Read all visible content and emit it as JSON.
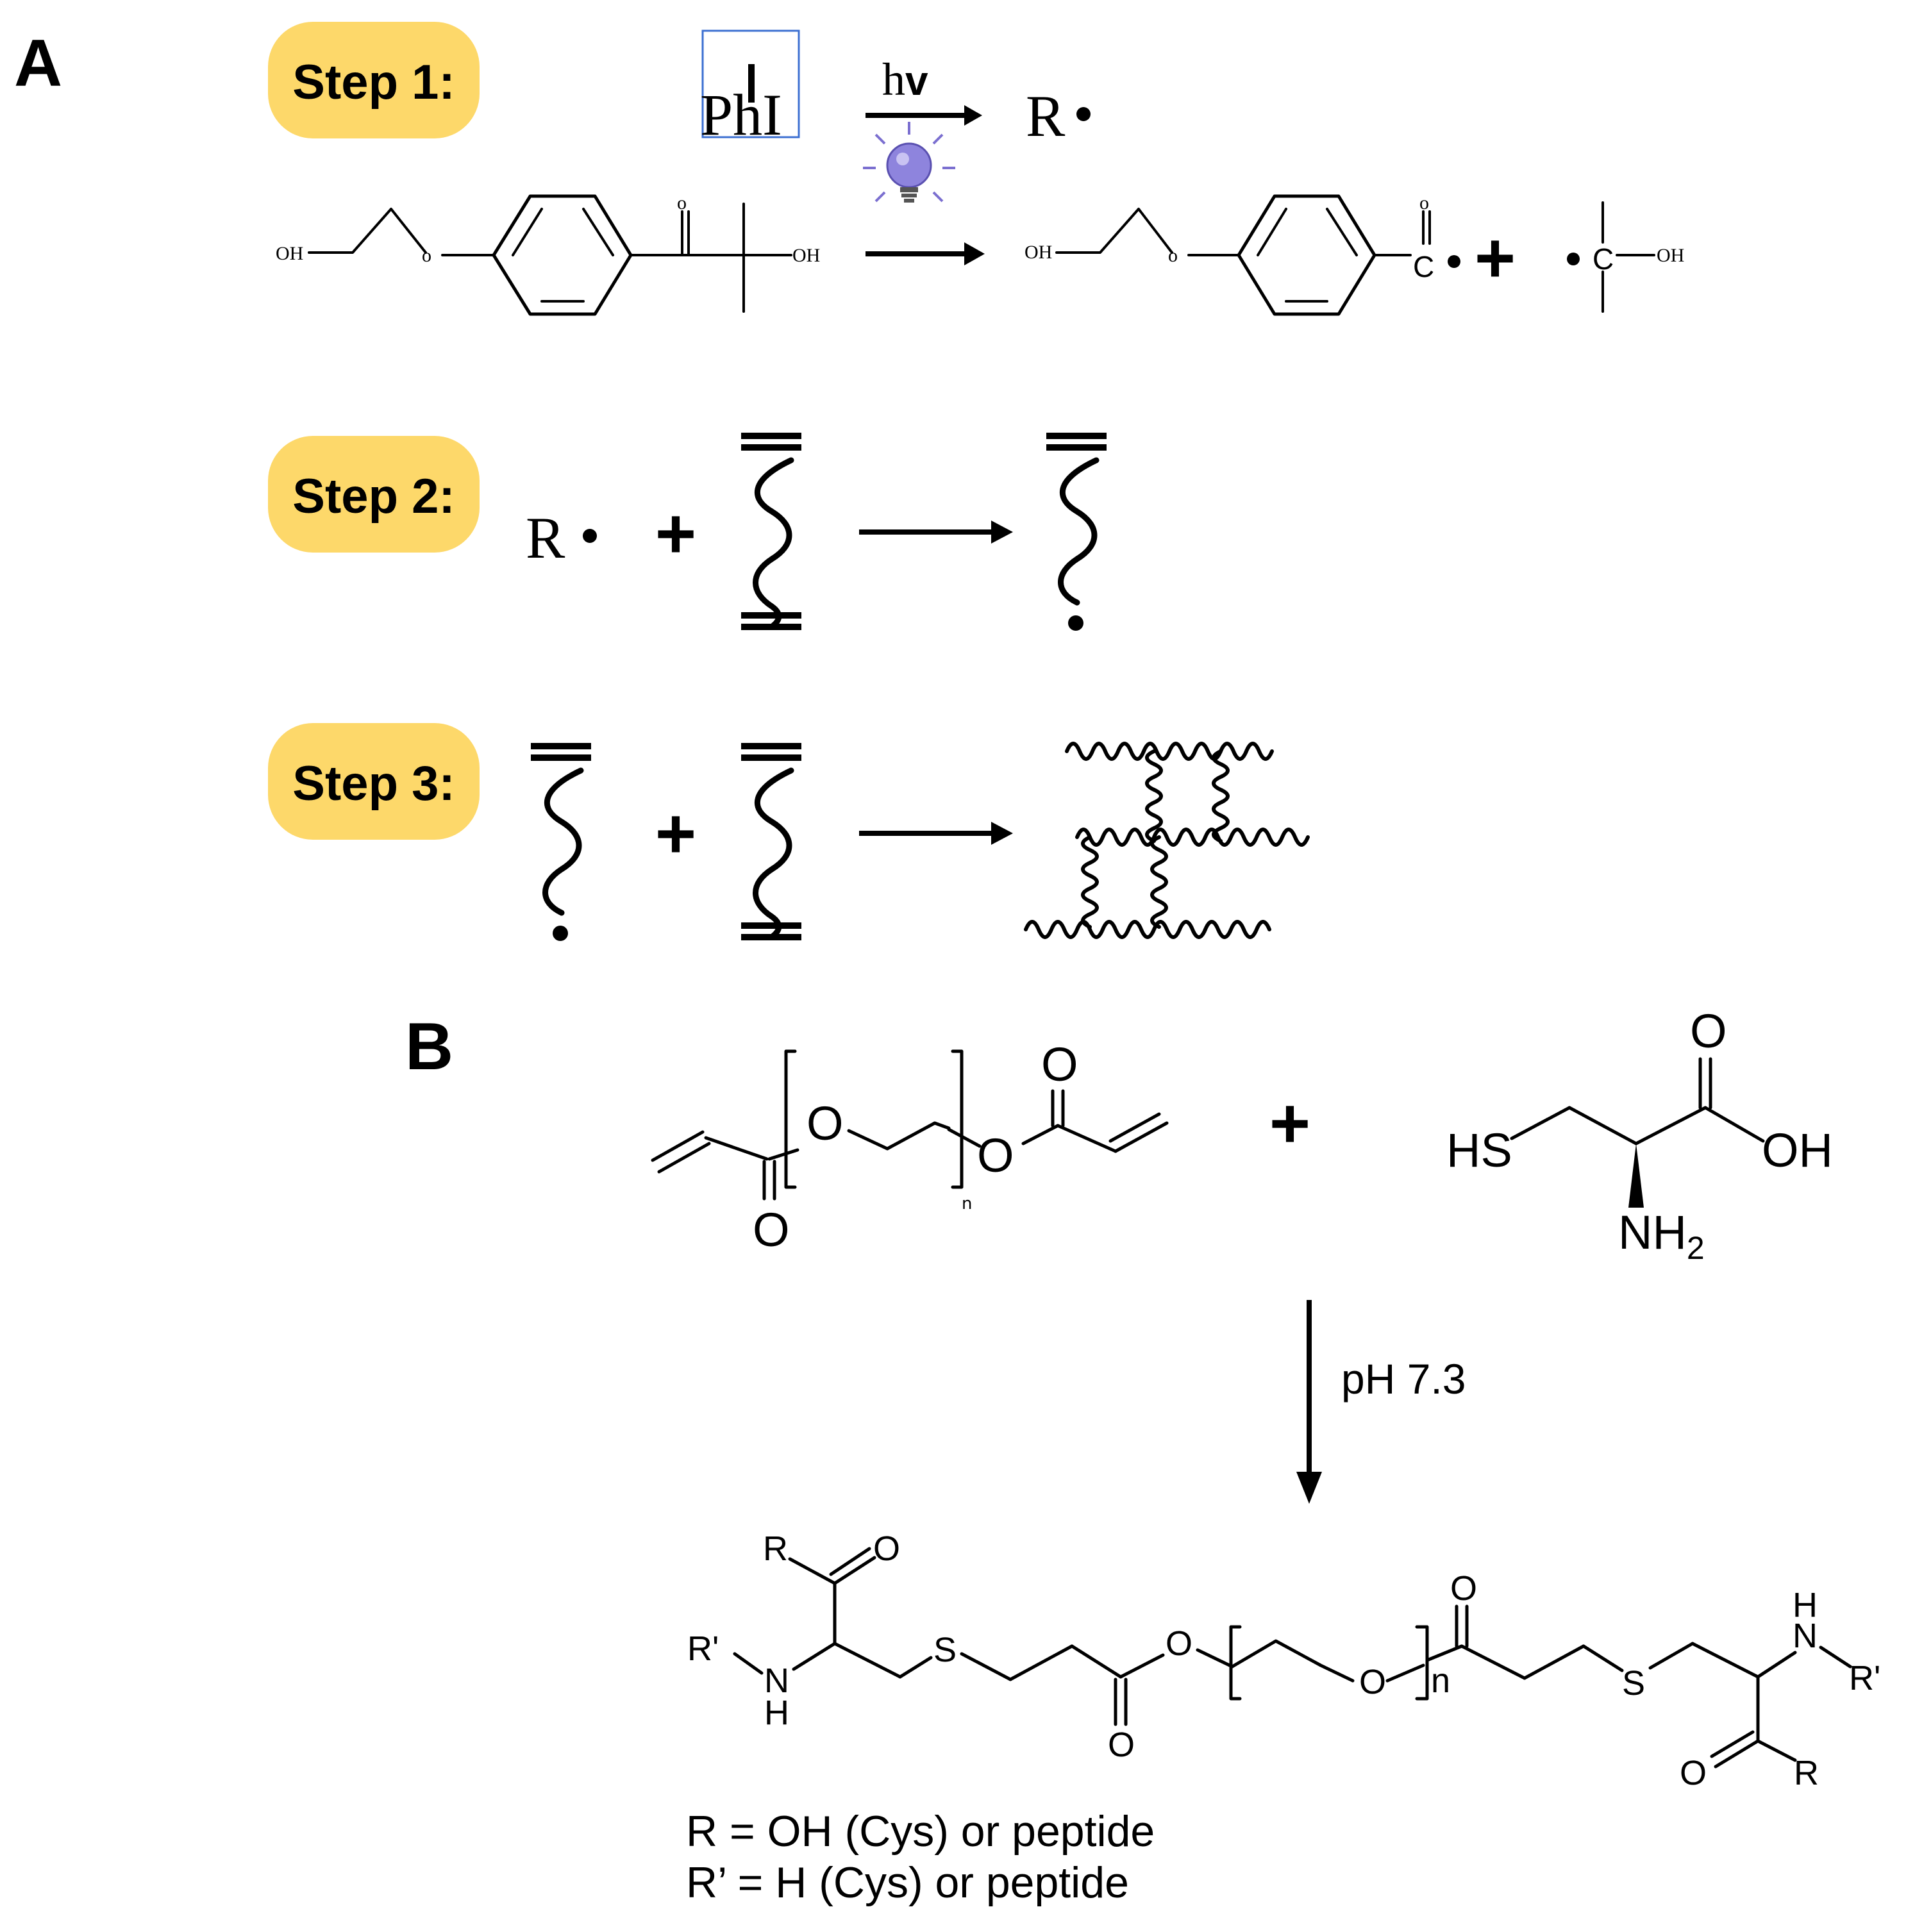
{
  "panels": {
    "a_label": "A",
    "b_label": "B"
  },
  "steps": [
    {
      "label": "Step 1:"
    },
    {
      "label": "Step 2:"
    },
    {
      "label": "Step 3:"
    }
  ],
  "step1": {
    "initiator": "PhI",
    "light": "hv",
    "radical": "R",
    "reactant_atoms": {
      "oh_left": "OH",
      "ether_o": "o",
      "carbonyl_o": "o",
      "oh_right": "OH"
    },
    "product_atoms": {
      "oh_left": "OH",
      "ether_o": "o",
      "carbonyl_o": "o",
      "radical_c": "C",
      "c2": "C",
      "oh_right": "OH"
    },
    "plus": "+",
    "lamp_icon": "light-bulb-icon"
  },
  "step2": {
    "radical": "R",
    "plus": "+"
  },
  "step3": {
    "plus": "+"
  },
  "panel_b": {
    "peg_atoms": {
      "o_chain": "O",
      "o_ester": "O",
      "o_carbonyl_left": "O",
      "o_carbonyl_right": "O",
      "n": "n"
    },
    "plus": "+",
    "cys_atoms": {
      "hs": "HS",
      "oh": "OH",
      "o": "O",
      "nh2": "NH",
      "nh2_sub": "2"
    },
    "condition": "pH 7.3",
    "product_atoms": {
      "r_left": "R",
      "o_top_left": "O",
      "r_prime_left": "R'",
      "n_left": "N",
      "h_left": "H",
      "s_left": "S",
      "o_ester": "O",
      "o_ester_carbonyl": "O",
      "o_chain": "O",
      "n": "n",
      "o_right_carbonyl": "O",
      "s_right": "S",
      "h_right": "H",
      "n_right": "N",
      "r_prime_right": "R'",
      "o_bottom_right": "O",
      "r_right": "R"
    },
    "legend": [
      "R = OH (Cys) or peptide",
      "R’ = H (Cys) or peptide"
    ]
  },
  "colors": {
    "step_pill": "#FDD86A",
    "bulb_purple": "#7B6FD0",
    "initiator_box": "#3B6FD1"
  }
}
